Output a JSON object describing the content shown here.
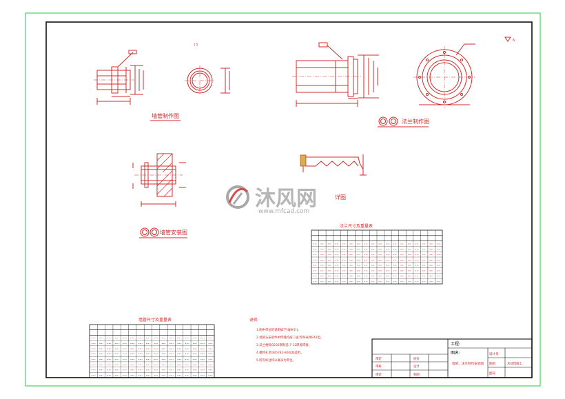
{
  "views": {
    "wall_pipe_caption": "墙管制作图",
    "flange_caption": "法兰制作图",
    "install_caption": "墙管安装图",
    "view3_title_fragment": "详图"
  },
  "tables": {
    "flange_title": "法兰尺寸及重量表",
    "pipe_title": "墙管尺寸及重量表"
  },
  "notes": {
    "heading": "说明:",
    "items": [
      "1.图中单位的说明如下(毫米计)。",
      "2.墙管与安装件中焊缝均按二级,焊条采用E43型。",
      "3.法兰材料Q235钢制造,7-12厚者焊接。",
      "4.螺栓孔见GB5782-86标准选用。",
      "5.所有标注均以毫米为单位。"
    ]
  },
  "title_block": {
    "project_label": "工程:",
    "drawing_label": "图名:",
    "drawing_title": "墙管、法兰制作安装图",
    "right_labels": [
      "设计号",
      "图别",
      "图号"
    ],
    "right_values": [
      "",
      "水处理施工",
      ""
    ],
    "left_labels": [
      "审定",
      "审核",
      "校对",
      "设计",
      "制图",
      "审定"
    ]
  },
  "watermark": {
    "brand": "沐风网",
    "site": "www.mfcad.com"
  },
  "colors": {
    "drawing_red": "#d42828",
    "border_green": "#3fd45e",
    "frame_black": "#111111",
    "watermark_grey": "#9a9a9a"
  }
}
